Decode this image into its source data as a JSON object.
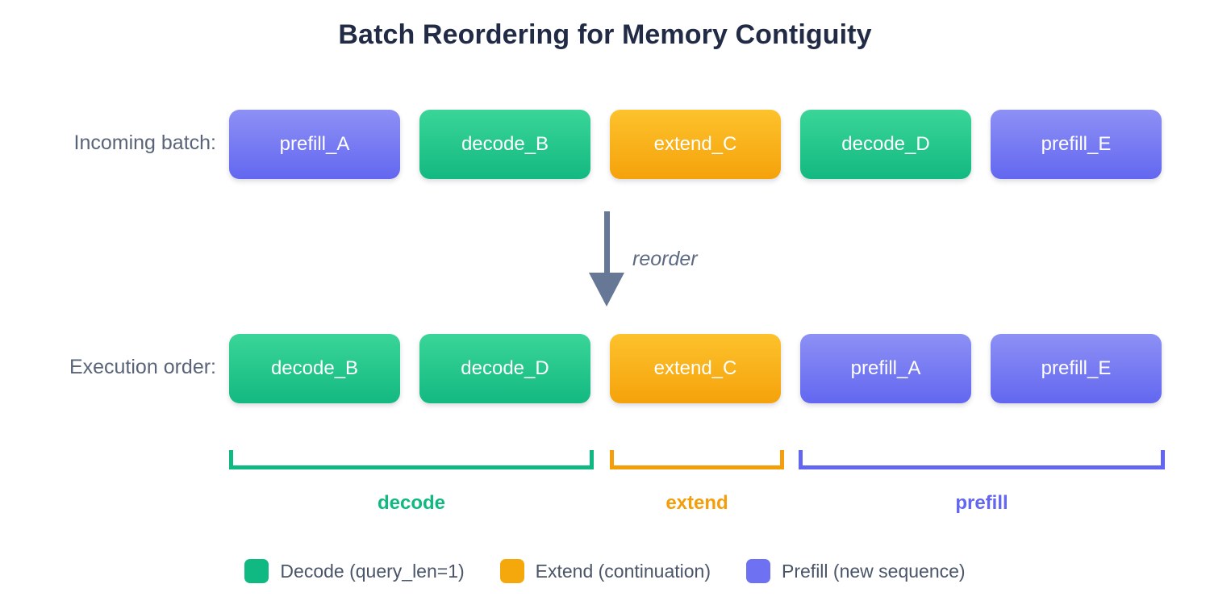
{
  "title": "Batch Reordering for Memory Contiguity",
  "colors": {
    "decode": "#10b981",
    "extend": "#f59e0b",
    "prefill": "#6366f1",
    "arrow": "#667896",
    "label": "#5a6478",
    "title": "#222b45"
  },
  "rows": {
    "incoming": {
      "label": "Incoming batch:",
      "boxes": [
        {
          "text": "prefill_A",
          "kind": "prefill"
        },
        {
          "text": "decode_B",
          "kind": "decode"
        },
        {
          "text": "extend_C",
          "kind": "extend"
        },
        {
          "text": "decode_D",
          "kind": "decode"
        },
        {
          "text": "prefill_E",
          "kind": "prefill"
        }
      ]
    },
    "execution": {
      "label": "Execution order:",
      "boxes": [
        {
          "text": "decode_B",
          "kind": "decode"
        },
        {
          "text": "decode_D",
          "kind": "decode"
        },
        {
          "text": "extend_C",
          "kind": "extend"
        },
        {
          "text": "prefill_A",
          "kind": "prefill"
        },
        {
          "text": "prefill_E",
          "kind": "prefill"
        }
      ]
    }
  },
  "arrow": {
    "label": "reorder"
  },
  "groups": [
    {
      "name": "decode",
      "label": "decode",
      "color": "#10b981"
    },
    {
      "name": "extend",
      "label": "extend",
      "color": "#f59e0b"
    },
    {
      "name": "prefill",
      "label": "prefill",
      "color": "#6366f1"
    }
  ],
  "legend": [
    {
      "label": "Decode (query_len=1)",
      "color": "#10b981"
    },
    {
      "label": "Extend (continuation)",
      "color": "#f59e0b"
    },
    {
      "label": "Prefill (new sequence)",
      "color": "#6366f1"
    }
  ]
}
